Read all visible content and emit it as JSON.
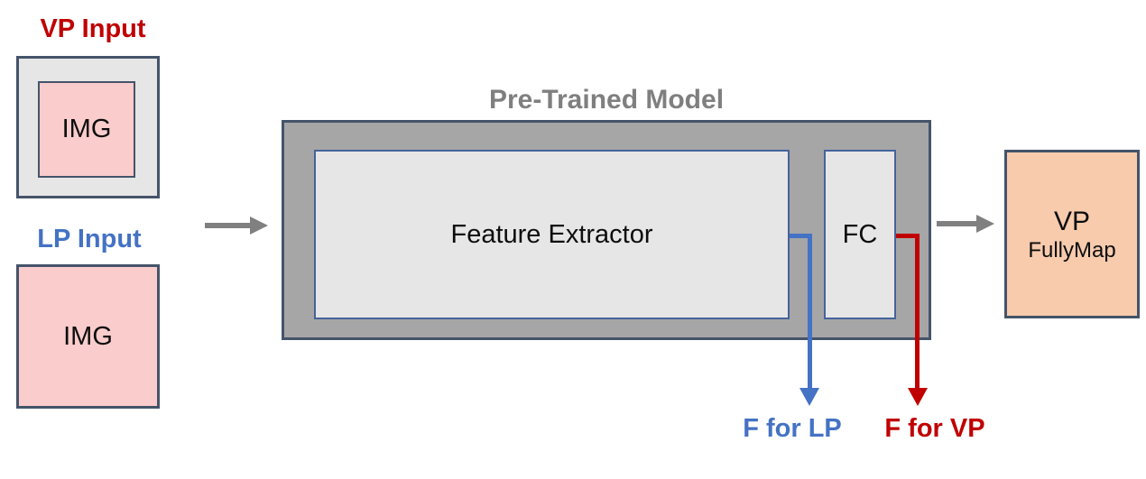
{
  "diagram": {
    "inputs": {
      "vp": {
        "label": "VP Input",
        "image_label": "IMG"
      },
      "lp": {
        "label": "LP Input",
        "image_label": "IMG"
      }
    },
    "model": {
      "title": "Pre-Trained Model",
      "feature_extractor_label": "Feature Extractor",
      "fc_label": "FC"
    },
    "output": {
      "line1": "VP",
      "line2": "FullyMap"
    },
    "feature_branches": {
      "lp_label": "F for LP",
      "vp_label": "F for VP"
    }
  },
  "colors": {
    "vp_accent": "#C00000",
    "lp_accent": "#4472C4",
    "title_gray": "#7F7F7F",
    "arrow_gray": "#808080",
    "model_fill": "#A6A6A6",
    "panel_fill": "#E7E6E6",
    "img_fill": "#FBCCCC",
    "output_fill": "#F8CBAD",
    "border_dark": "#44546A",
    "border_blue": "#44639C"
  }
}
